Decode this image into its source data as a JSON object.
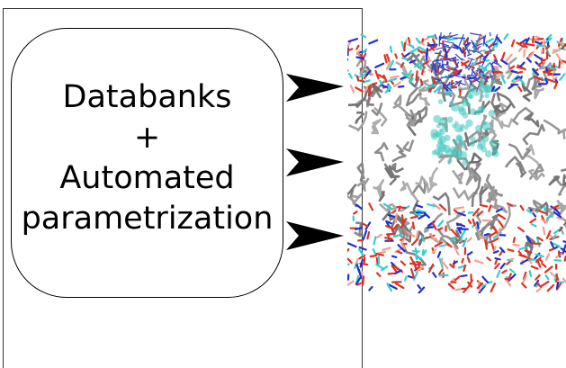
{
  "box": {
    "lines": [
      "Databanks",
      "+",
      "Automated",
      "parametrization"
    ]
  },
  "membrane": {
    "description_icon": "lipid-bilayer-simulation-image",
    "colors": {
      "lipid_tails": "#8a8a8a",
      "oxygen": "#e03020",
      "nitrogen": "#2030d0",
      "carbon_head": "#30d0d0",
      "protein": "#40c8c0"
    }
  },
  "arrows": {
    "count": 3,
    "color": "#000000"
  }
}
